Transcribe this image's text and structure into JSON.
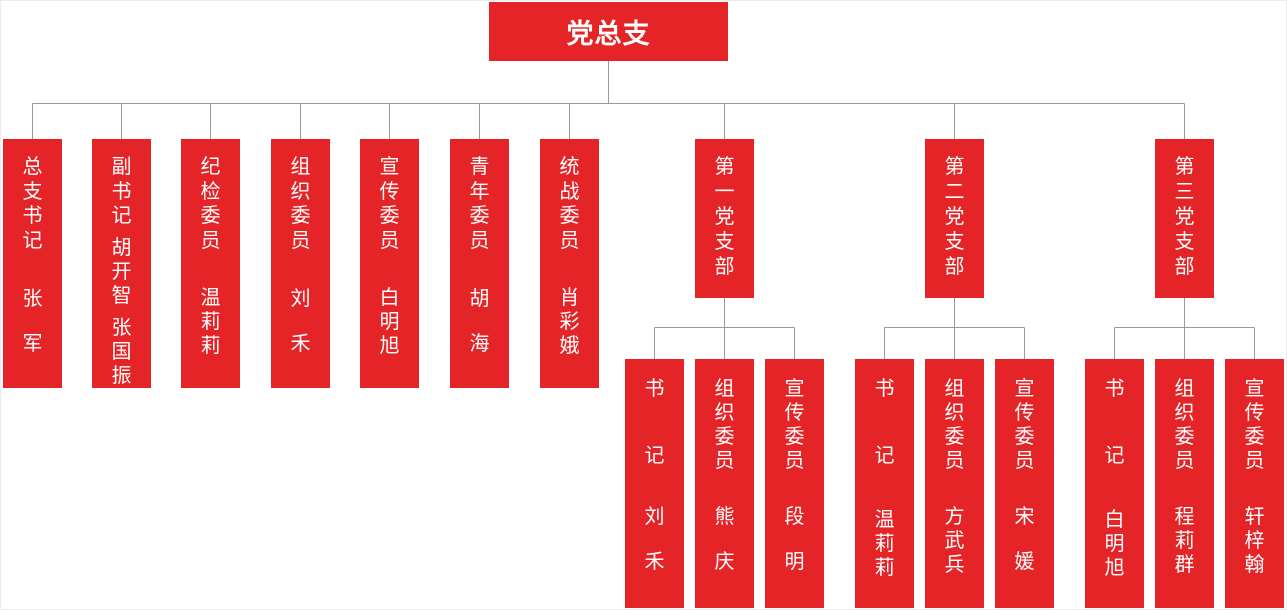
{
  "root": {
    "label": "党总支"
  },
  "committee": [
    {
      "title": "总支书记",
      "name": "张 军"
    },
    {
      "title": "副书记",
      "name": "胡开智 张国振"
    },
    {
      "title": "纪检委员",
      "name": "温莉莉"
    },
    {
      "title": "组织委员",
      "name": "刘 禾"
    },
    {
      "title": "宣传委员",
      "name": "白明旭"
    },
    {
      "title": "青年委员",
      "name": "胡 海"
    },
    {
      "title": "统战委员",
      "name": "肖彩娥"
    }
  ],
  "branches": [
    {
      "label": "第一党支部",
      "members": [
        {
          "title": "书 记",
          "name": "刘 禾"
        },
        {
          "title": "组织委员",
          "name": "熊 庆"
        },
        {
          "title": "宣传委员",
          "name": "段 明"
        }
      ]
    },
    {
      "label": "第二党支部",
      "members": [
        {
          "title": "书 记",
          "name": "温莉莉"
        },
        {
          "title": "组织委员",
          "name": "方武兵"
        },
        {
          "title": "宣传委员",
          "name": "宋 媛"
        }
      ]
    },
    {
      "label": "第三党支部",
      "members": [
        {
          "title": "书 记",
          "name": "白明旭"
        },
        {
          "title": "组织委员",
          "name": "程莉群"
        },
        {
          "title": "宣传委员",
          "name": "轩梓翰"
        }
      ]
    }
  ],
  "colors": {
    "box": "#E42427",
    "text": "#FFFFFF",
    "connector": "#9A9A9A"
  }
}
